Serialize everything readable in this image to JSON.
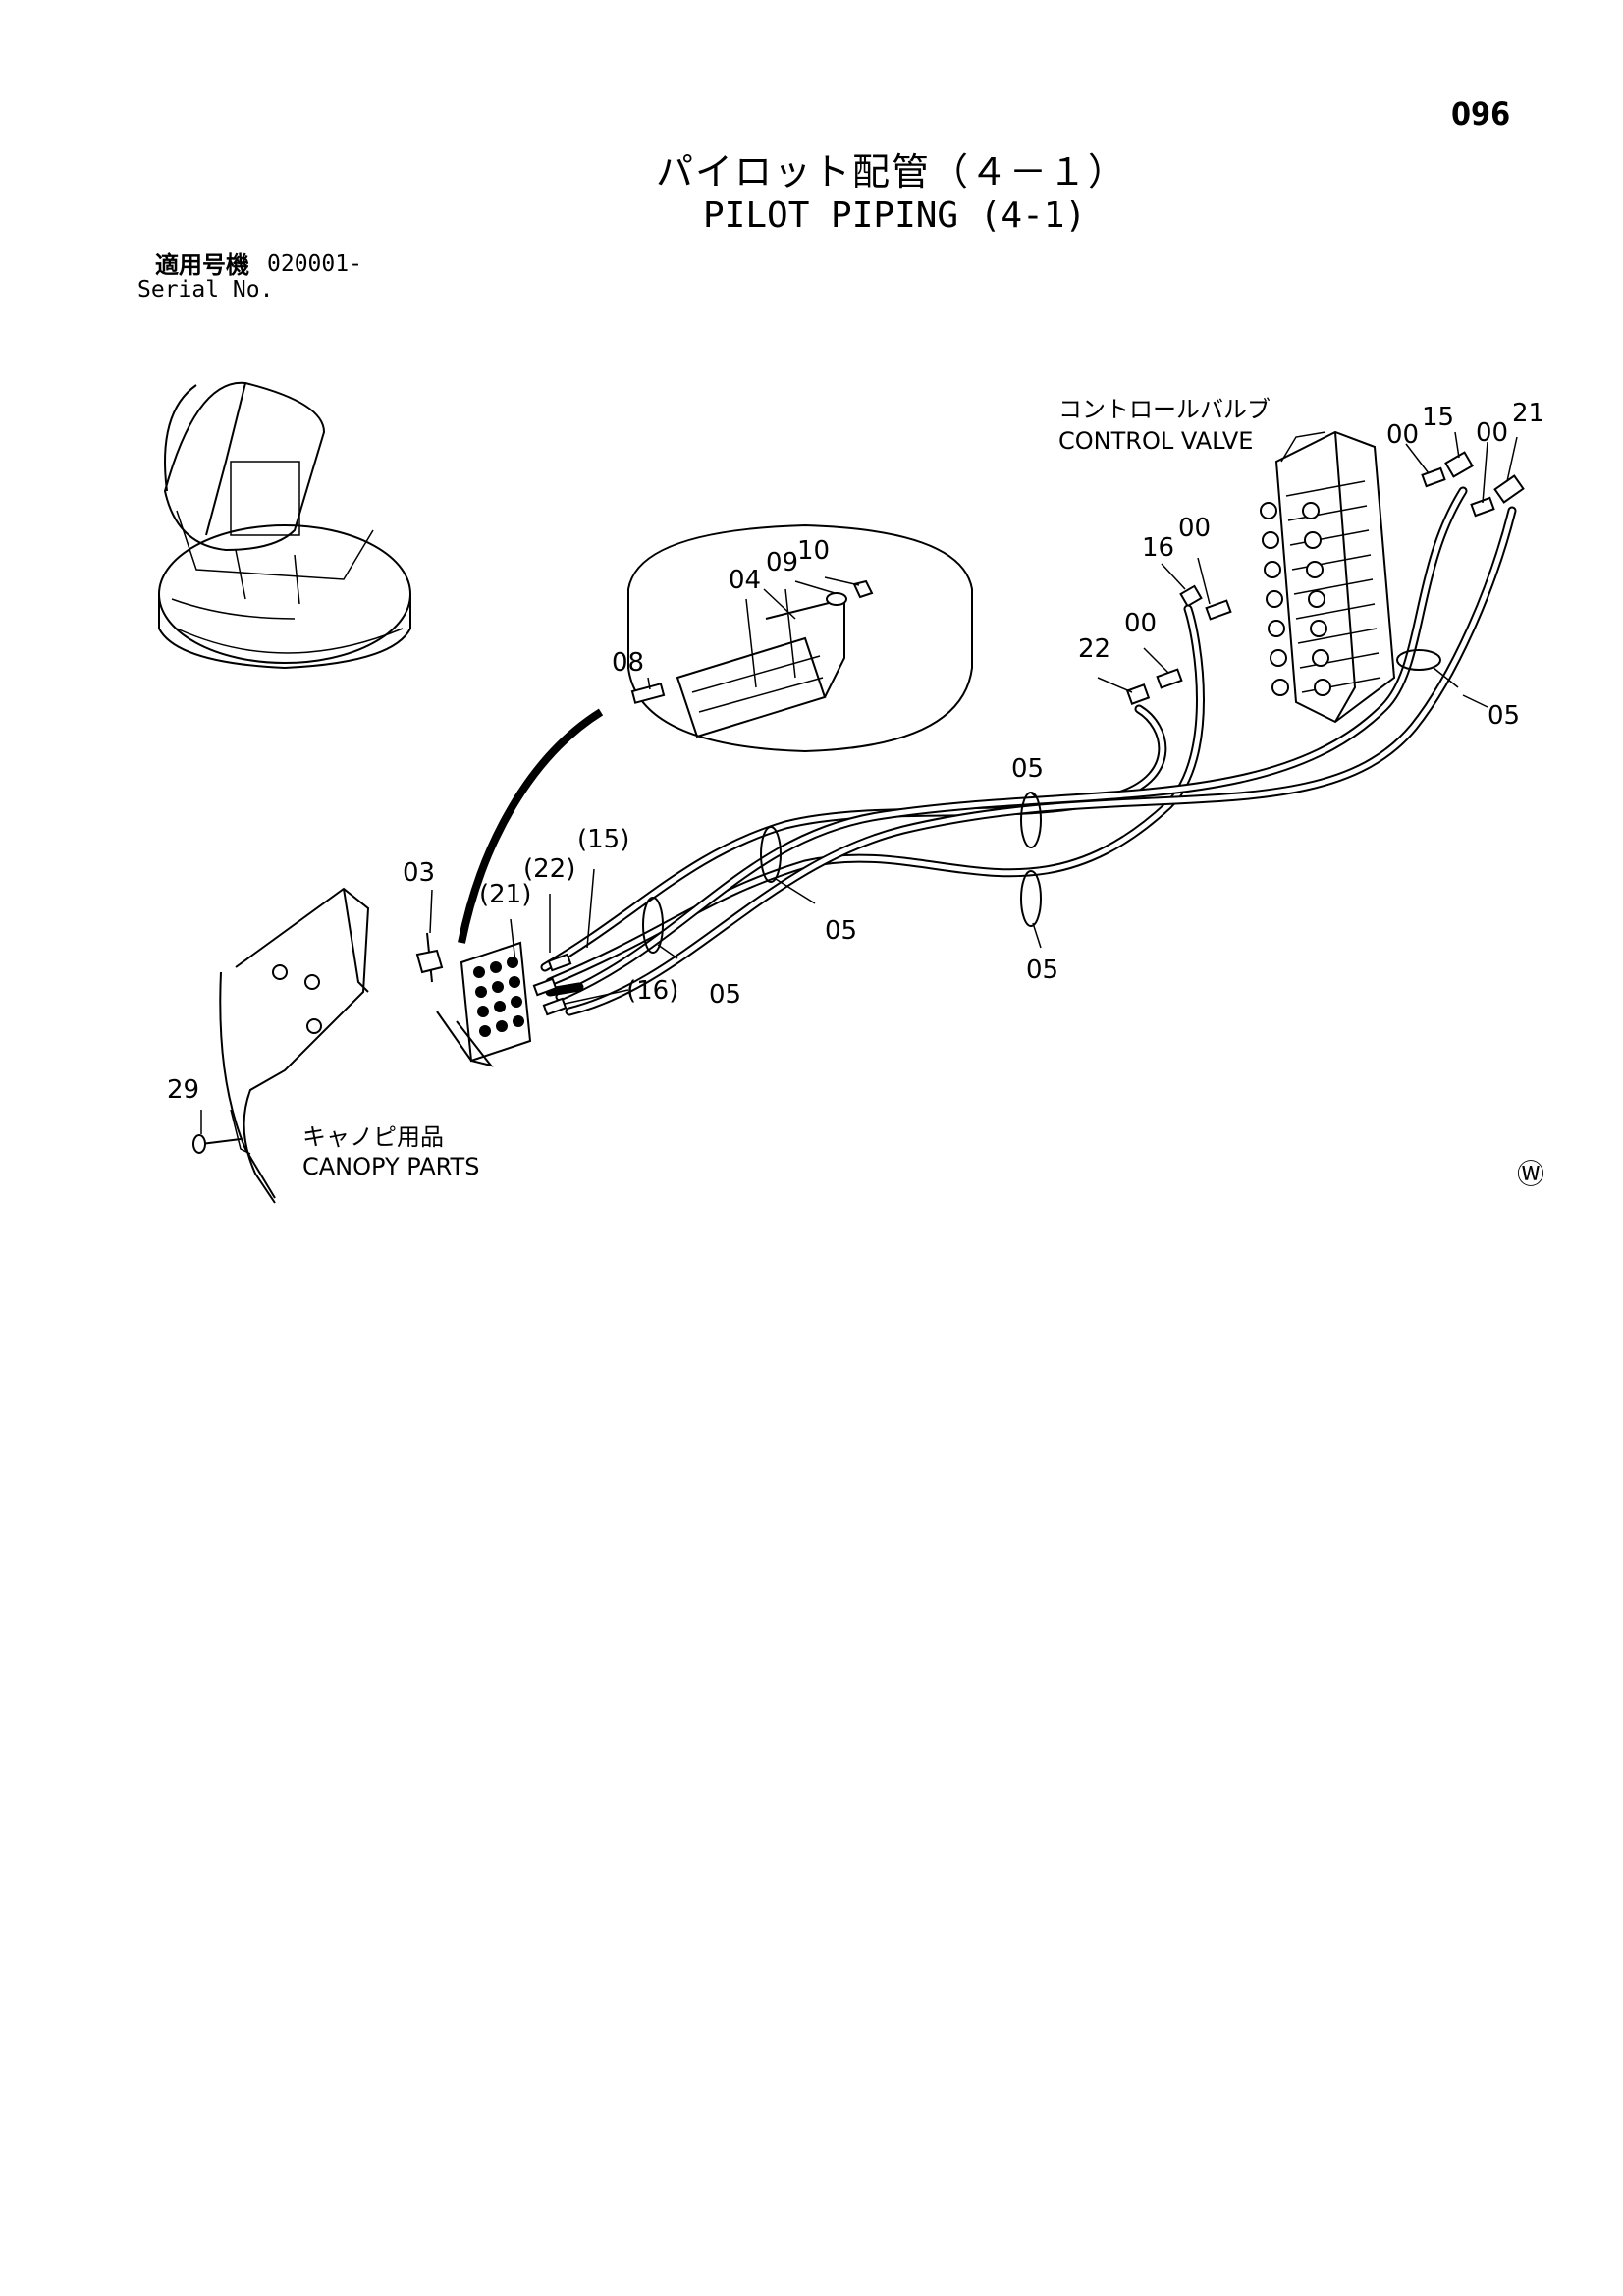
{
  "page_number": "096",
  "title": {
    "japanese": "パイロット配管（４－１）",
    "english": "PILOT PIPING (4-1)"
  },
  "serial": {
    "label_japanese": "適用号機",
    "value": "020001-",
    "label_english": "Serial No."
  },
  "callouts": {
    "control_valve_ja": "コントロールバルブ",
    "control_valve_en": "CONTROL VALVE",
    "canopy_parts_ja": "キャノピ用品",
    "canopy_parts_en": "CANOPY PARTS"
  },
  "part_labels": {
    "p00a": "00",
    "p15a": "15",
    "p00b": "00",
    "p21a": "21",
    "p16a": "16",
    "p00c": "00",
    "p00d": "00",
    "p22a": "22",
    "p05a": "05",
    "p05b": "05",
    "p05c": "05",
    "p05d": "05",
    "p05e": "05",
    "p04": "04",
    "p09": "09",
    "p10": "10",
    "p08": "08",
    "p03": "03",
    "p21b": "(21)",
    "p22b": "(22)",
    "p15b": "(15)",
    "p16b": "(16)",
    "p29": "29"
  },
  "watermark_symbol": "Ⓦ"
}
